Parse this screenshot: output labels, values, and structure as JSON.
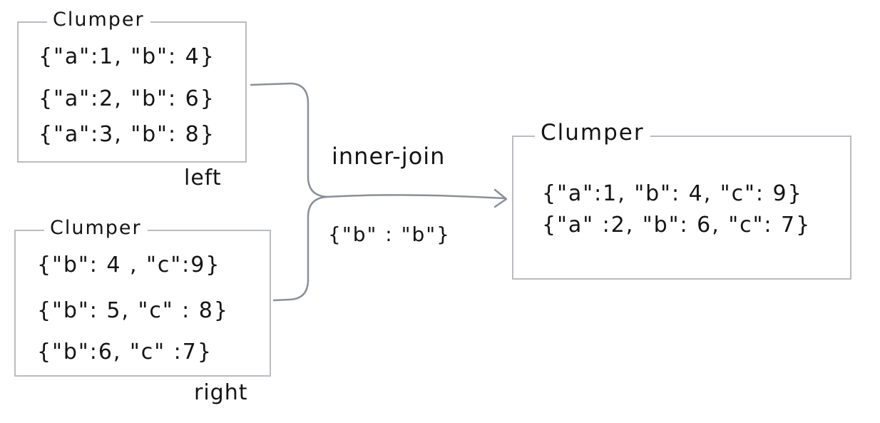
{
  "left_clumper": {
    "title": "Clumper",
    "rows": [
      "{\"a\":1, \"b\": 4}",
      "{\"a\":2, \"b\": 6}",
      "{\"a\":3, \"b\": 8}"
    ],
    "caption": "left"
  },
  "right_clumper": {
    "title": "Clumper",
    "rows": [
      "{\"b\": 4 , \"c\":9}",
      "{\"b\": 5, \"c\" : 8}",
      "{\"b\":6, \"c\" :7}"
    ],
    "caption": "right"
  },
  "operation": {
    "name": "inner-join",
    "key": "{\"b\" : \"b\"}"
  },
  "result_clumper": {
    "title": "Clumper",
    "rows": [
      "{\"a\":1, \"b\": 4, \"c\": 9}",
      "{\"a\" :2, \"b\": 6, \"c\": 7}"
    ]
  },
  "colors": {
    "stroke": "#8a9099",
    "border": "#b9bcc1",
    "ink": "#141414"
  }
}
